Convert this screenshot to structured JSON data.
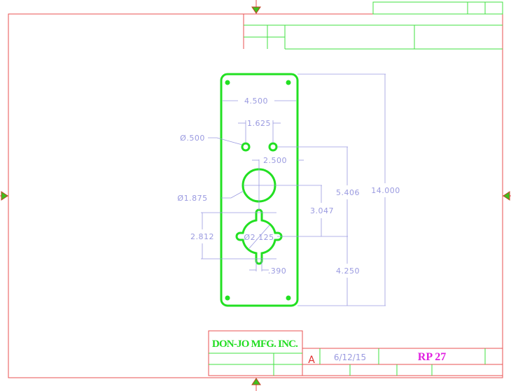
{
  "title_block": {
    "company": "DON-JO MFG. INC.",
    "revision": "A",
    "date": "6/12/15",
    "part_number": "RP 27"
  },
  "dimensions": {
    "width": "4.500",
    "hole_spacing": "1.625",
    "small_hole_dia": "Ø.500",
    "edge_offset": "2.500",
    "large_hole_dia": "Ø1.875",
    "hole_center_spacing": "3.047",
    "top_hole_to_center": "5.406",
    "overall_height": "14.000",
    "cylinder_height": "2.812",
    "cylinder_dia": "Ø2.125",
    "notch_width": ".390",
    "bottom_to_center": "4.250"
  },
  "colors": {
    "border": "#e85050",
    "geometry": "#22e022",
    "dimension": "#9a9ae0",
    "part_number": "#e020e0"
  }
}
